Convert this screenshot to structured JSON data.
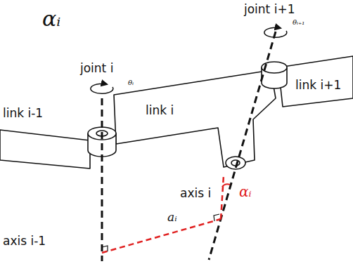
{
  "diagram": {
    "labels": [
      "αᵢ",
      "joint i+1",
      "θᵢ₊₁",
      "joint i",
      "θᵢ",
      "link i-1",
      "link i",
      "link i+1",
      "axis i",
      "αᵢ",
      "aᵢ",
      "axis i-1"
    ]
  }
}
